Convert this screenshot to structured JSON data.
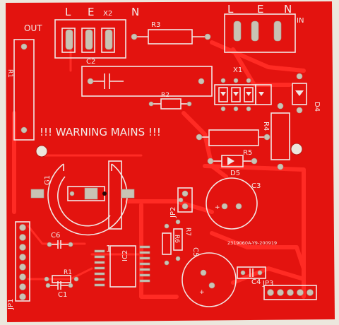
{
  "board": {
    "color": "#e3130f",
    "trace_color": "#ff2b24",
    "silkscreen_color": "#f1e7e4",
    "pad_color": "#c9c3b4",
    "background_color": "#ece7dd"
  },
  "labels": {
    "out": "OUT",
    "in": "IN",
    "l_left": "L",
    "e_left": "E",
    "x2": "X2",
    "n_left": "N",
    "l_right": "L",
    "e_right": "E",
    "n_right": "N",
    "r3": "R3",
    "c2": "C2",
    "x1": "X1",
    "r2": "R2",
    "d4": "D4",
    "r1_top": "R1",
    "warning": "!!! WARNING MAINS !!!",
    "r5": "R5",
    "r4": "R4",
    "d5": "D5",
    "g1": "G1",
    "c3": "C3",
    "jp2": "JP2",
    "c6": "C6",
    "r6": "R6",
    "r7": "R7",
    "ic2": "IC2",
    "pin1": "1",
    "part_no": "2319060A-Y9-200919",
    "r1": "R1",
    "c5": "C5",
    "c1": "C1",
    "c4": "C4",
    "jp3": "JP3",
    "jp1": "JP1"
  }
}
